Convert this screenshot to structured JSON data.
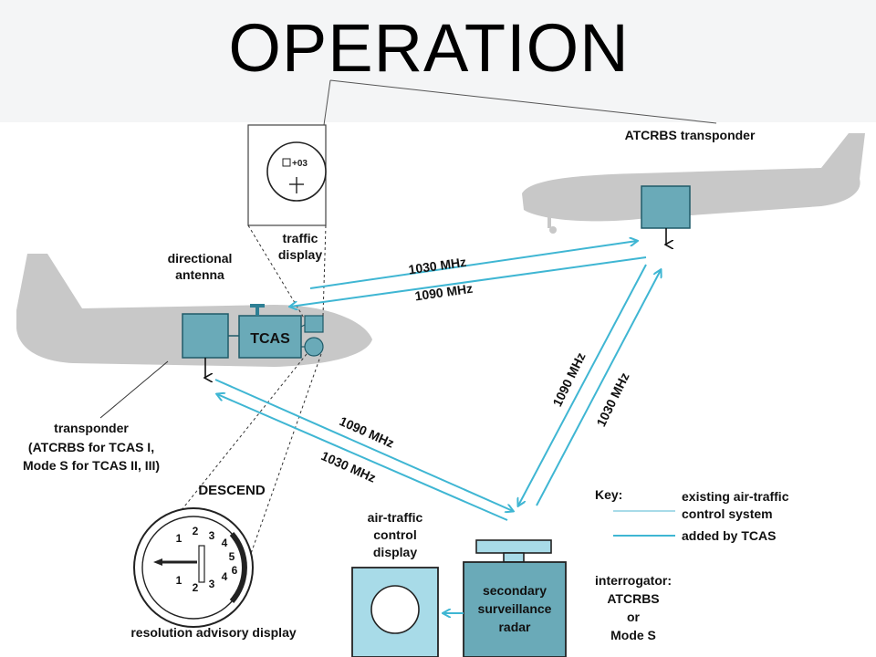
{
  "title": "OPERATION",
  "labels": {
    "atcrbs_transponder": "ATCRBS transponder",
    "traffic": "traffic",
    "display": "display",
    "directional": "directional",
    "antenna": "antenna",
    "tcas": "TCAS",
    "transponder": "transponder",
    "transponder_sub1": "(ATCRBS for TCAS I,",
    "transponder_sub2": "Mode S for TCAS II, III)",
    "descend": "DESCEND",
    "ra_display": "resolution advisory display",
    "atc_1": "air-traffic",
    "atc_2": "control",
    "atc_3": "display",
    "ssr_1": "secondary",
    "ssr_2": "surveillance",
    "ssr_3": "radar",
    "interrogator_1": "interrogator:",
    "interrogator_2": "ATCRBS",
    "interrogator_3": "or",
    "interrogator_4": "Mode S",
    "traffic_readout": "+03"
  },
  "frequencies": {
    "f1030_top": "1030 MHz",
    "f1090_top": "1090 MHz",
    "f1090_right": "1090 MHz",
    "f1030_right": "1030 MHz",
    "f1090_left": "1090 MHz",
    "f1030_left": "1030 MHz"
  },
  "key": {
    "title": "Key:",
    "existing_1": "existing air-traffic",
    "existing_2": "control system",
    "added": "added by TCAS"
  },
  "dial_numbers": [
    "1",
    "2",
    "3",
    "4",
    "5",
    "6",
    "1",
    "2",
    "3",
    "4"
  ],
  "colors": {
    "teal": "#6aaab8",
    "teal_dark": "#1f5a68",
    "light_blue": "#a8dbe8",
    "link_blue": "#3fb6d3",
    "plane_gray": "#c8c8c8"
  }
}
